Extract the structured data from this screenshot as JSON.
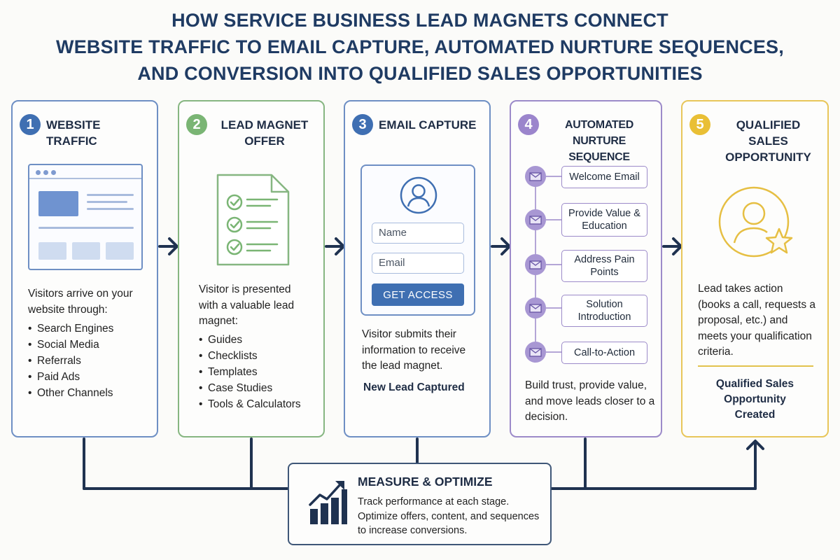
{
  "title": {
    "line1": "HOW SERVICE BUSINESS LEAD MAGNETS CONNECT",
    "line2": "WEBSITE TRAFFIC TO EMAIL CAPTURE, AUTOMATED NURTURE SEQUENCES,",
    "line3": "AND CONVERSION INTO QUALIFIED SALES OPPORTUNITIES"
  },
  "stages": [
    {
      "number": "1",
      "title": "WEBSITE TRAFFIC",
      "description": "Visitors arrive on your website through:",
      "items": [
        "Search Engines",
        "Social Media",
        "Referrals",
        "Paid Ads",
        "Other Channels"
      ],
      "color": "#3f6fb2"
    },
    {
      "number": "2",
      "title": "LEAD MAGNET OFFER",
      "description": "Visitor is presented with a valuable lead magnet:",
      "items": [
        "Guides",
        "Checklists",
        "Templates",
        "Case Studies",
        "Tools & Calculators"
      ],
      "color": "#7ab574"
    },
    {
      "number": "3",
      "title": "EMAIL CAPTURE",
      "form": {
        "name_placeholder": "Name",
        "email_placeholder": "Email",
        "button": "GET ACCESS"
      },
      "description": "Visitor submits their information to receive the lead magnet.",
      "result": "New Lead Captured",
      "color": "#3f6fb2"
    },
    {
      "number": "4",
      "title": "AUTOMATED NURTURE SEQUENCE",
      "steps": [
        "Welcome Email",
        "Provide Value & Education",
        "Address Pain Points",
        "Solution Introduction",
        "Call-to-Action"
      ],
      "description": "Build trust, provide value, and move leads closer to a decision.",
      "color": "#9b85cc"
    },
    {
      "number": "5",
      "title": "QUALIFIED SALES OPPORTUNITY",
      "description": "Lead takes action (books a call, requests a proposal, etc.) and meets your qualification criteria.",
      "result": "Qualified Sales Opportunity Created",
      "color": "#e9bf35"
    }
  ],
  "measure": {
    "title": "MEASURE & OPTIMIZE",
    "text": "Track performance at each stage. Optimize offers, content, and sequences to increase conversions."
  },
  "icons": [
    "browser-icon",
    "checklist-document-icon",
    "user-icon",
    "envelope-icon",
    "user-star-icon",
    "growth-chart-icon",
    "arrow-right-icon",
    "arrow-up-icon"
  ]
}
